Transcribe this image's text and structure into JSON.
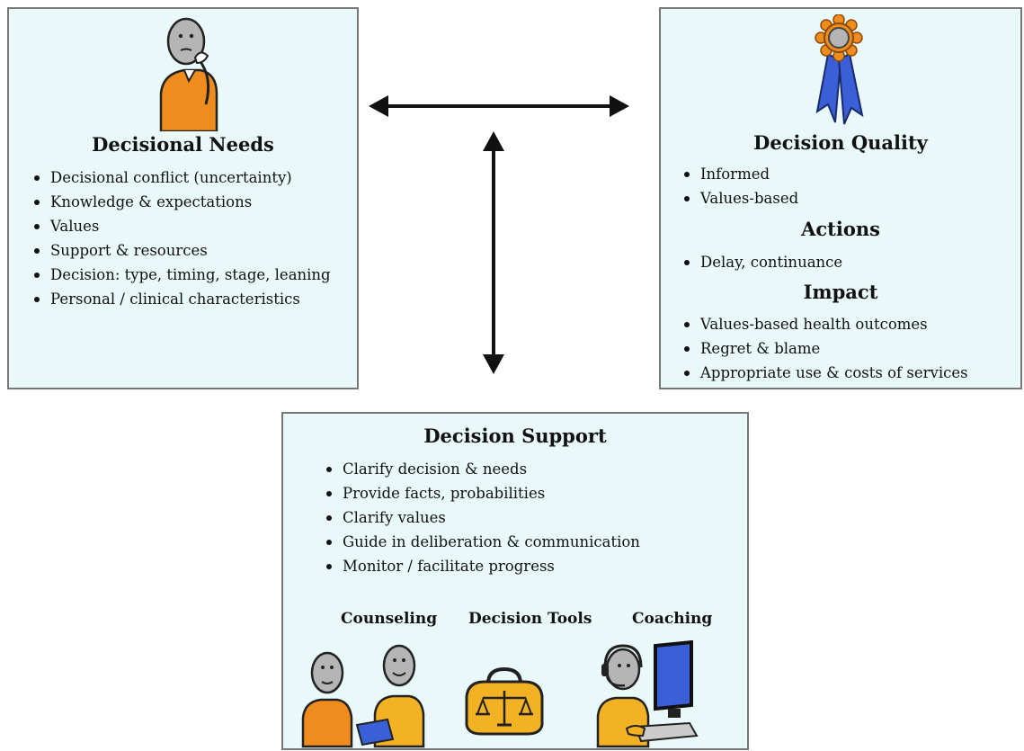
{
  "decisional_needs": {
    "title": "Decisional Needs",
    "items": [
      "Decisional conflict (uncertainty)",
      "Knowledge & expectations",
      "Values",
      "Support & resources",
      "Decision: type, timing, stage, leaning",
      "Personal / clinical characteristics"
    ],
    "icon": "thinking-person-icon"
  },
  "decision_quality": {
    "title": "Decision Quality",
    "items": [
      "Informed",
      "Values-based"
    ],
    "icon": "award-ribbon-icon"
  },
  "actions": {
    "title": "Actions",
    "items": [
      "Delay, continuance"
    ]
  },
  "impact": {
    "title": "Impact",
    "items": [
      "Values-based health outcomes",
      "Regret & blame",
      "Appropriate use & costs of services"
    ]
  },
  "decision_support": {
    "title": "Decision Support",
    "items": [
      "Clarify decision & needs",
      "Provide facts, probabilities",
      "Clarify values",
      "Guide in deliberation & communication",
      "Monitor / facilitate progress"
    ],
    "tools": {
      "counseling": "Counseling",
      "decision_tools": "Decision Tools",
      "coaching": "Coaching"
    }
  },
  "colors": {
    "box_fill": "#e9f9f9",
    "box_border": "#777777",
    "figure_orange": "#f08c1e",
    "figure_yellow": "#f2b224",
    "head_gray": "#b5b5b5",
    "ribbon_blue": "#3a5fd6"
  }
}
